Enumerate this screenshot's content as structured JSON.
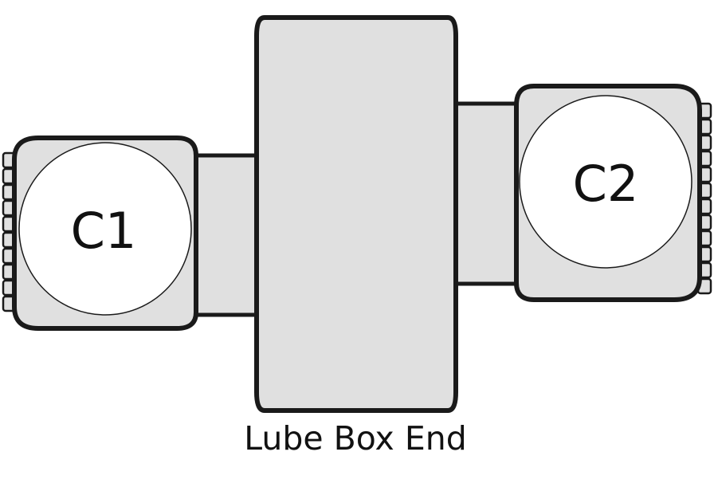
{
  "connectors": [
    {
      "label": "C1"
    },
    {
      "label": "C2"
    }
  ],
  "caption": "Lube Box End"
}
